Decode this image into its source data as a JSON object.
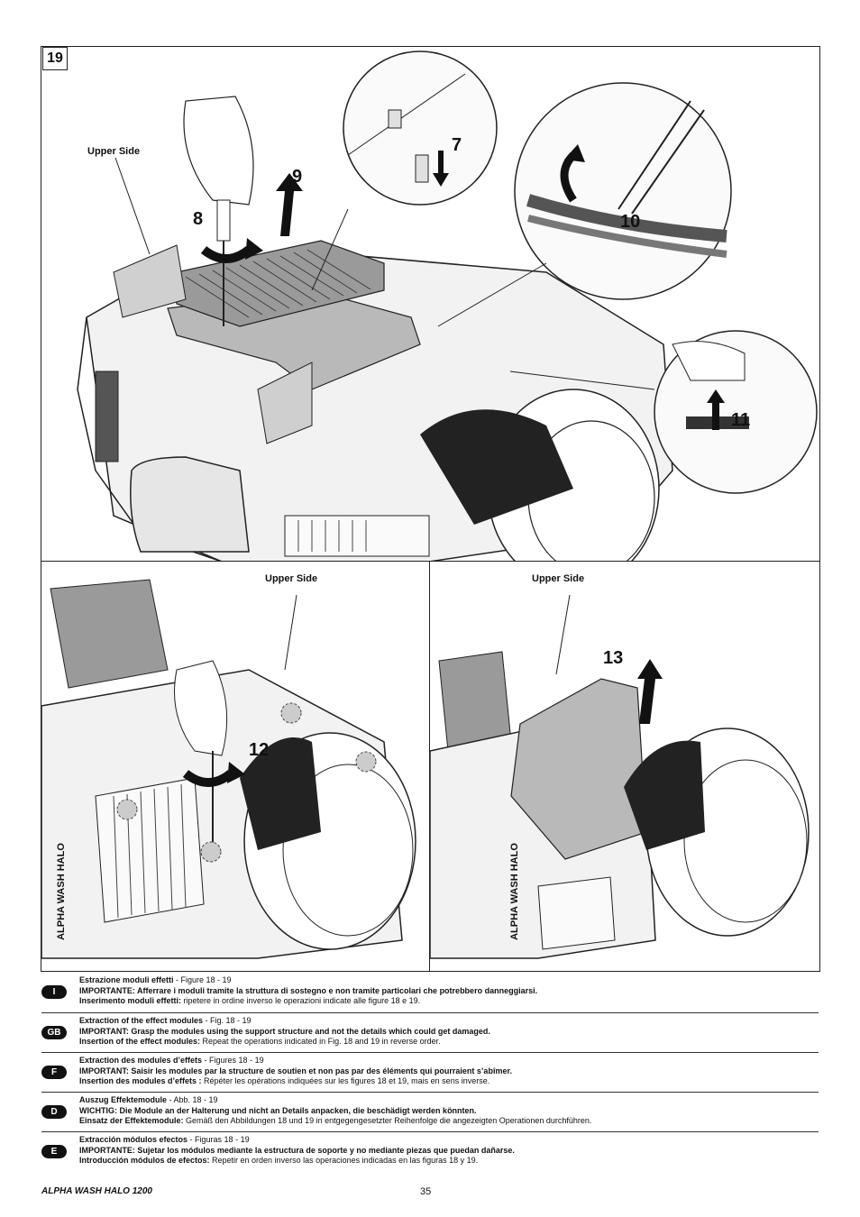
{
  "figure_number": "19",
  "panels": {
    "top": {
      "callout": "Upper Side",
      "steps": [
        "7",
        "8",
        "9",
        "10",
        "11"
      ]
    },
    "bottom_left": {
      "callout": "Upper Side",
      "steps": [
        "12"
      ],
      "label": "ALPHA WASH HALO"
    },
    "bottom_right": {
      "callout": "Upper Side",
      "steps": [
        "13"
      ],
      "label": "ALPHA WASH HALO"
    }
  },
  "instructions": [
    {
      "lang": "I",
      "title": "Estrazione moduli effetti",
      "ref": " - Figure 18 - 19",
      "important": "IMPORTANTE: Afferrare i moduli tramite la struttura di sostegno e non tramite particolari che potrebbero danneggiarsi.",
      "insert_label": "Inserimento moduli effetti:",
      "insert_text": " ripetere in ordine inverso le operazioni indicate alle figure 18 e 19."
    },
    {
      "lang": "GB",
      "title": "Extraction of the effect modules",
      "ref": " - Fig. 18 - 19",
      "important": "IMPORTANT: Grasp the modules using the support structure and not the details which could get damaged.",
      "insert_label": "Insertion of the effect modules:",
      "insert_text": " Repeat the operations indicated in Fig. 18 and 19 in reverse order."
    },
    {
      "lang": "F",
      "title": "Extraction des modules d’effets",
      "ref": " - Figures 18 - 19",
      "important": "IMPORTANT: Saisir les modules par la structure de soutien et non pas par des éléments qui pourraient s’abîmer.",
      "insert_label": "Insertion des modules d’effets :",
      "insert_text": " Répéter les opérations indiquées sur les figures 18 et 19, mais en sens inverse."
    },
    {
      "lang": "D",
      "title": "Auszug Effektemodule",
      "ref": " - Abb. 18 - 19",
      "important": "WICHTIG: Die Module an der Halterung und nicht an Details anpacken, die beschädigt werden könnten.",
      "insert_label": "Einsatz der Effektemodule:",
      "insert_text": " Gemäß den Abbildungen 18 und 19 in entgegengesetzter Reihenfolge die angezeigten Operationen durchführen."
    },
    {
      "lang": "E",
      "title": "Extracción módulos efectos",
      "ref": " - Figuras 18 - 19",
      "important": "IMPORTANTE: Sujetar los módulos mediante la estructura de soporte y no mediante piezas que puedan dañarse.",
      "insert_label": "Introducción módulos de efectos:",
      "insert_text": " Repetir en orden inverso las operaciones indicadas en las figuras 18 y 19."
    }
  ],
  "footer": {
    "model": "ALPHA WASH HALO 1200",
    "page": "35"
  },
  "colors": {
    "ink": "#111111",
    "shade": "#b9b9b9",
    "light": "#e6e6e6"
  }
}
